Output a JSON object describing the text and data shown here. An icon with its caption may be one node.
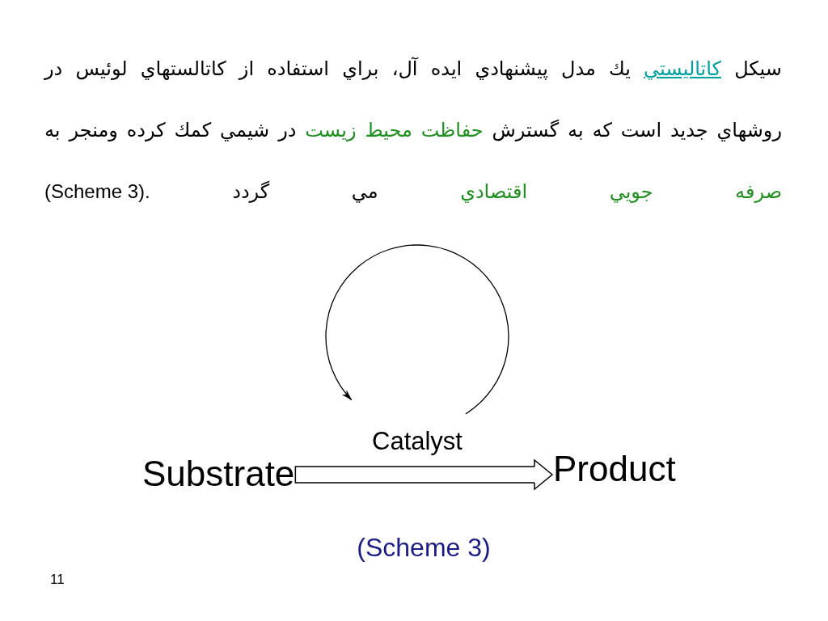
{
  "diagram": {
    "caption": "(Scheme 3)",
    "nodes": [
      {
        "text": [
          "Substrate"
        ]
      },
      {
        "text": [
          "Product"
        ]
      }
    ],
    "edges": [
      {
        "from": 0,
        "to": 1,
        "arrow": "to",
        "label": "Catalyst"
      }
    ],
    "labels": [
      "سيكل كاتاليستي يك مدل پيشنهادي ايده آل، براي استفاده از كاتالستهاي لوئيس در روشهاي جديد است كه به گسترش حفاظت محيط زيست در شيمي كمك كرده ومنجر به صرفه جويي اقتصادي مي گردد (Scheme 3).",
      "11"
    ]
  }
}
